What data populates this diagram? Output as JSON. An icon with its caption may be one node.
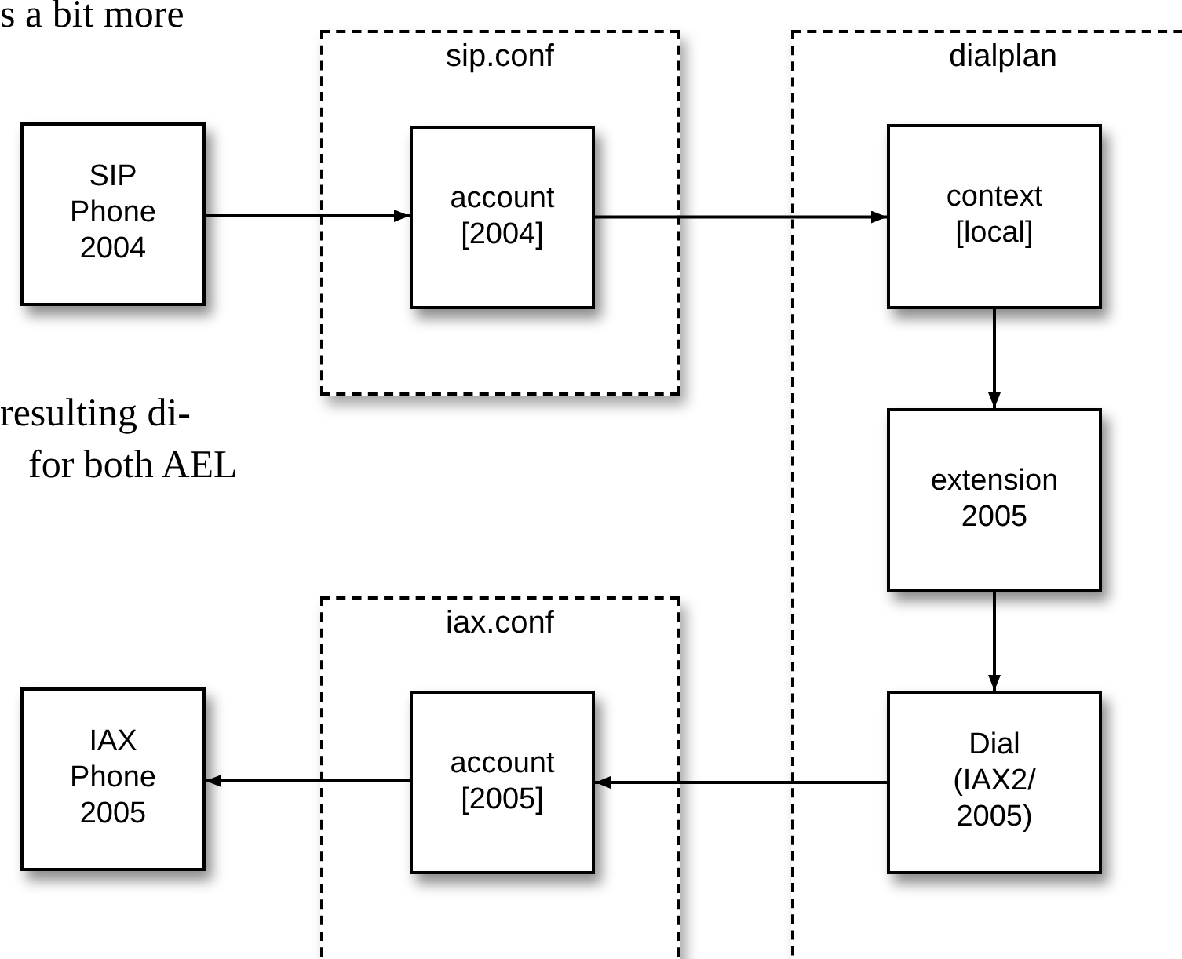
{
  "diagram": {
    "nodes": [
      {
        "text": [
          "SIP Phone 2004"
        ]
      },
      {
        "text": [
          "sip.conf"
        ]
      },
      {
        "text": [
          "account [2004]"
        ],
        "in": 1
      },
      {
        "text": [
          "dialplan"
        ]
      },
      {
        "text": [
          "context [local]"
        ],
        "in": 3
      },
      {
        "text": [
          "extension 2005"
        ],
        "in": 3
      },
      {
        "text": [
          "Dial (IAX2/ 2005)"
        ],
        "in": 3
      },
      {
        "text": [
          "iax.conf"
        ]
      },
      {
        "text": [
          "account [2005]"
        ],
        "in": 7
      },
      {
        "text": [
          "IAX Phone 2005"
        ]
      }
    ],
    "edges": [
      {
        "from": 0,
        "to": 2,
        "arrow": "to"
      },
      {
        "from": 2,
        "to": 4,
        "arrow": "to"
      },
      {
        "from": 4,
        "to": 5,
        "arrow": "to"
      },
      {
        "from": 5,
        "to": 6,
        "arrow": "to"
      },
      {
        "from": 6,
        "to": 8,
        "arrow": "to"
      },
      {
        "from": 8,
        "to": 9,
        "arrow": "to"
      }
    ],
    "labels": [
      "s a bit more",
      "resulting di-",
      "for both AEL"
    ]
  }
}
